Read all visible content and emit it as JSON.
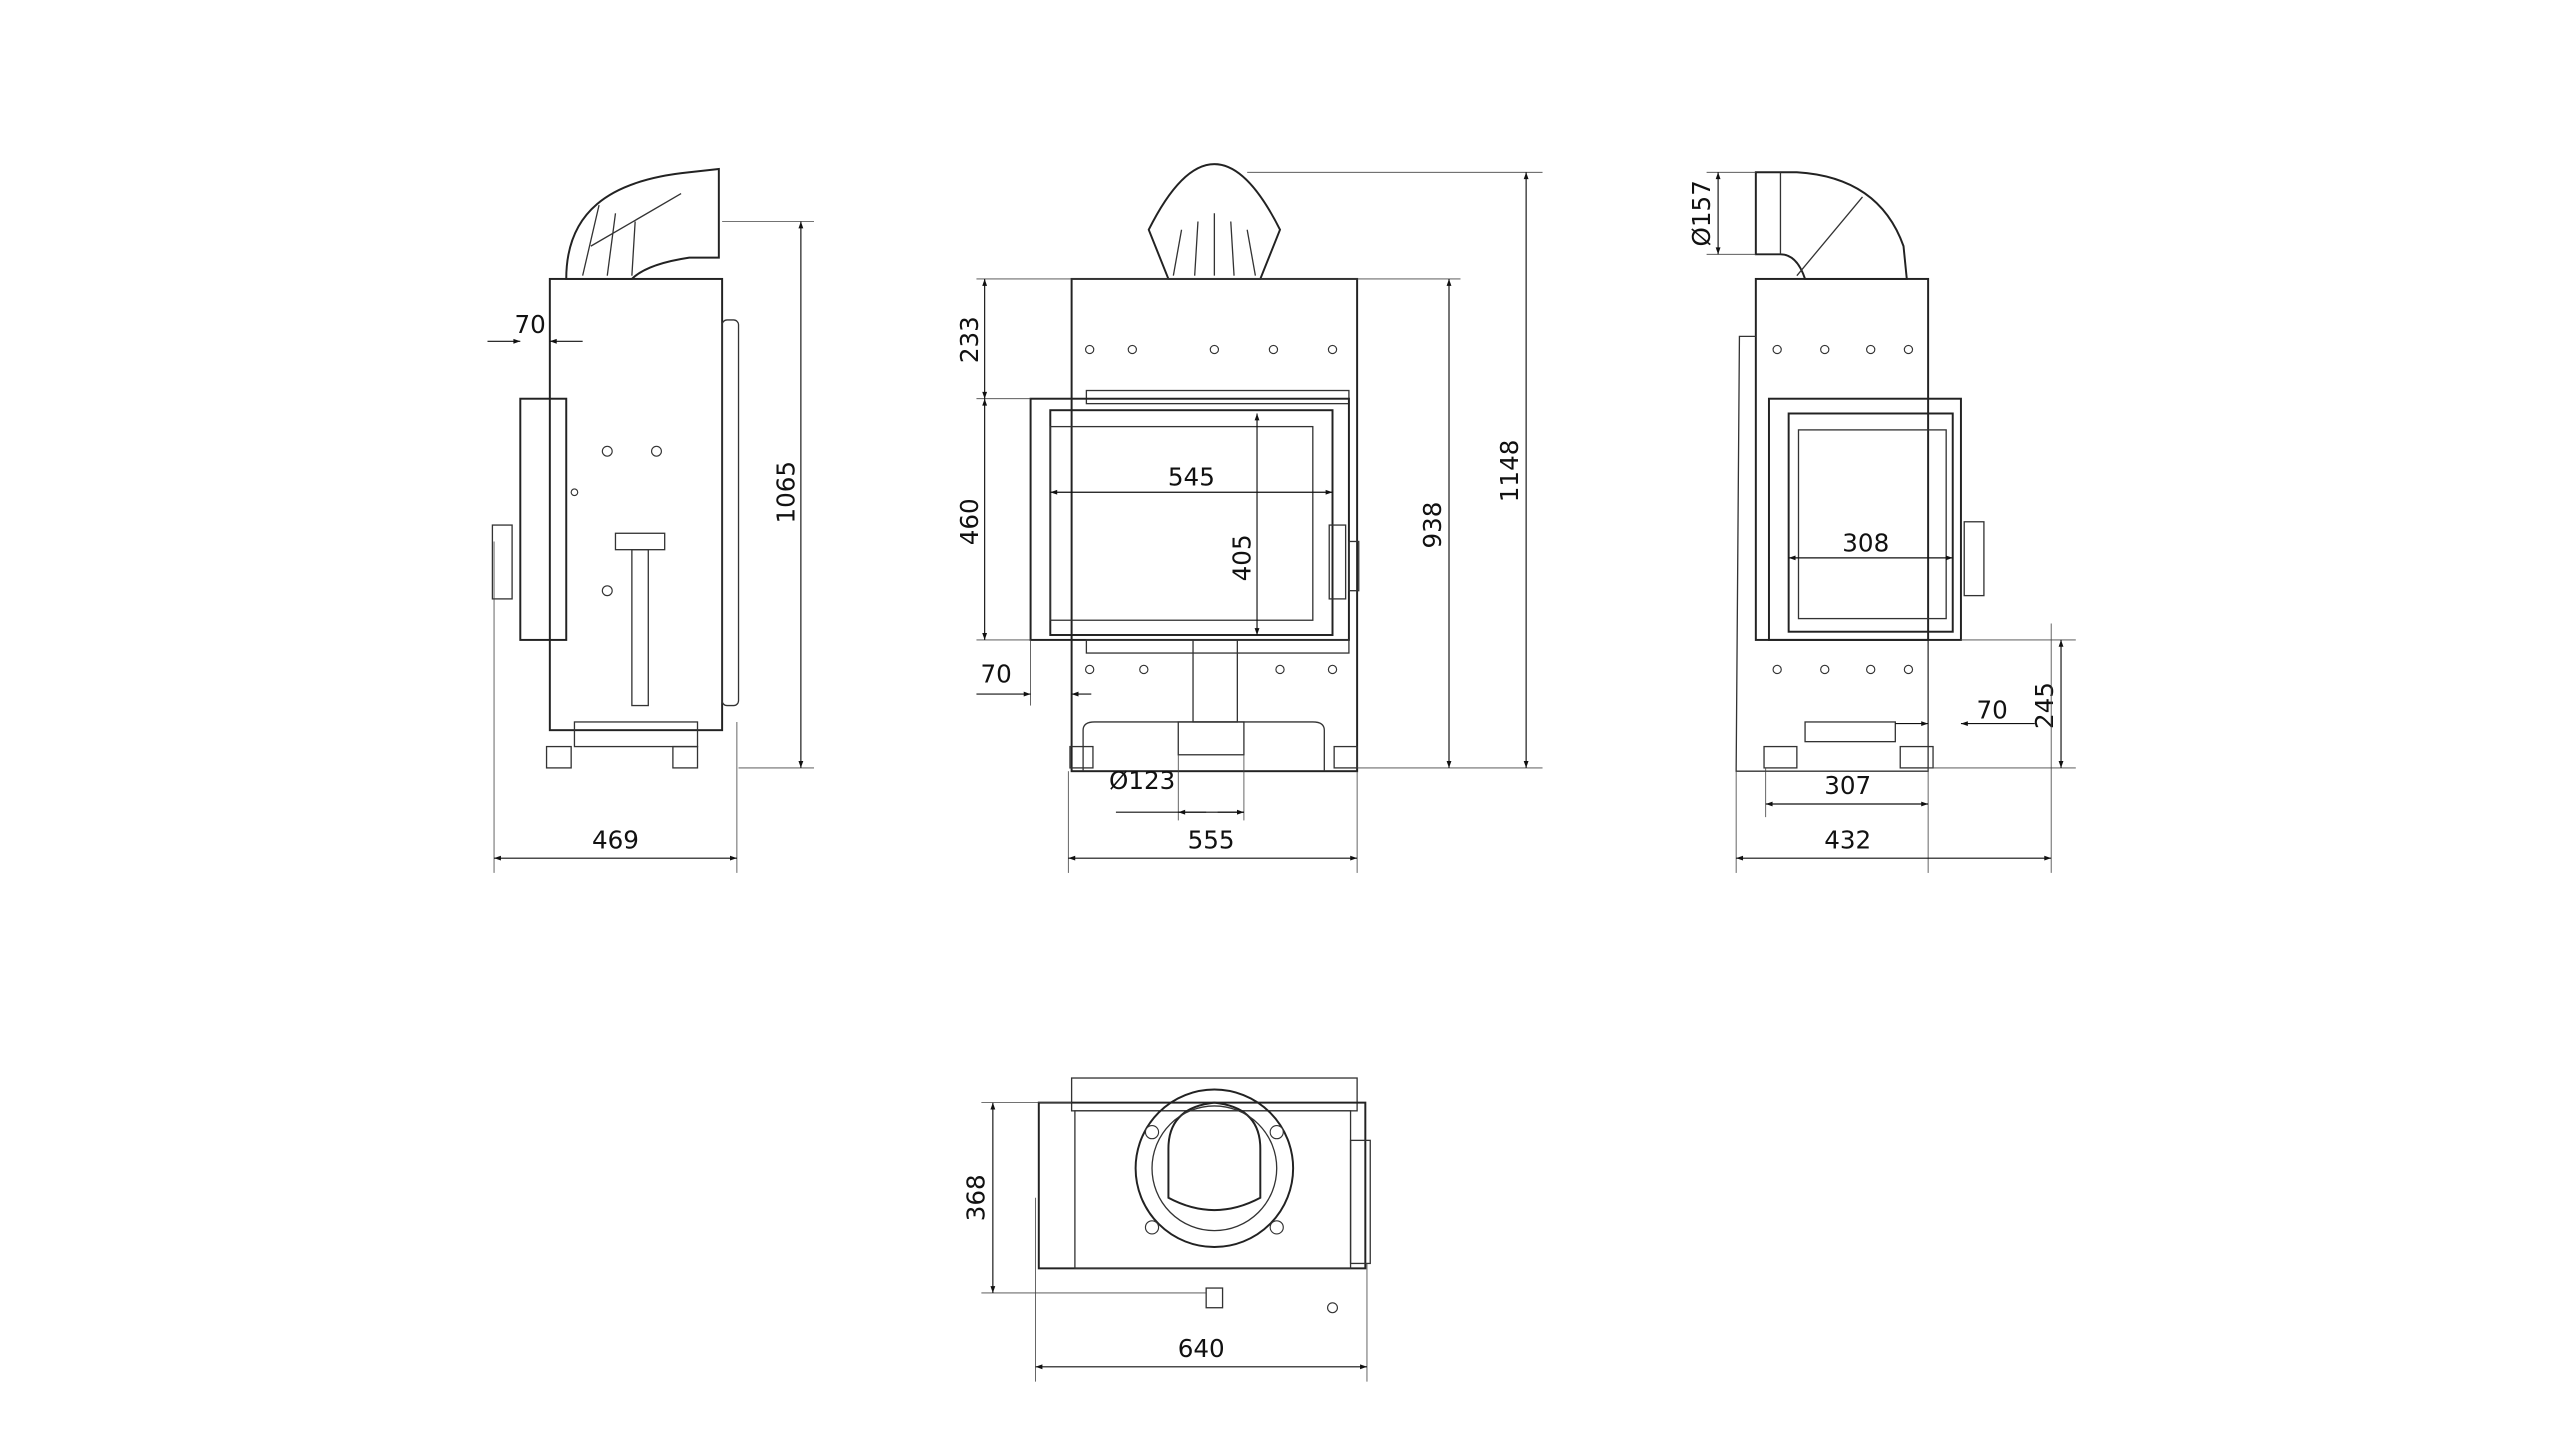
{
  "dimensions": {
    "side_left": {
      "depth_70": "70",
      "width_469": "469",
      "height_1065": "1065"
    },
    "front": {
      "upper_233": "233",
      "door_460": "460",
      "glass_width_545": "545",
      "glass_height_405": "405",
      "offset_70": "70",
      "flue_diameter": "Ø123",
      "width_555": "555",
      "height_938": "938",
      "total_height_1148": "1148"
    },
    "side_right": {
      "flue_diameter": "Ø157",
      "glass_308": "308",
      "height_245": "245",
      "offset_70": "70",
      "base_307": "307",
      "width_432": "432"
    },
    "top": {
      "depth_368": "368",
      "width_640": "640"
    }
  }
}
